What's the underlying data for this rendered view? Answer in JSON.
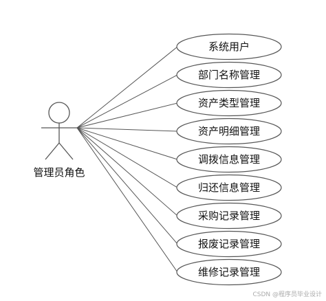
{
  "actor": {
    "label": "管理员角色"
  },
  "use_cases": [
    {
      "label": "系统用户"
    },
    {
      "label": "部门名称管理"
    },
    {
      "label": "资产类型管理"
    },
    {
      "label": "资产明细管理"
    },
    {
      "label": "调拨信息管理"
    },
    {
      "label": "归还信息管理"
    },
    {
      "label": "采购记录管理"
    },
    {
      "label": "报废记录管理"
    },
    {
      "label": "维修记录管理"
    }
  ],
  "watermark": "CSDN @程序员毕业设计",
  "colors": {
    "stroke": "#555555",
    "fill": "#ffffff",
    "text": "#111111"
  }
}
